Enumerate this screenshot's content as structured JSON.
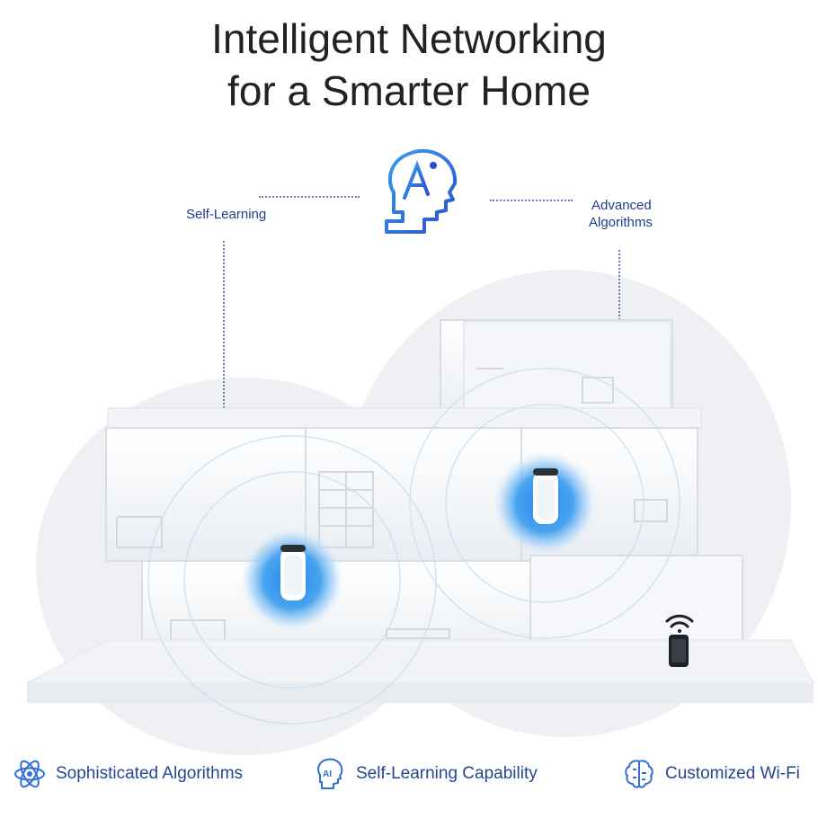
{
  "headline": {
    "line1": "Intelligent Networking",
    "line2": "for a Smarter Home"
  },
  "callouts": {
    "left": "Self-Learning",
    "right_line1": "Advanced",
    "right_line2": "Algorithms"
  },
  "icons": {
    "center": "ai-head-icon",
    "router": "mesh-router-icon",
    "phone": "smartphone-icon",
    "wifi": "wifi-icon"
  },
  "features": [
    {
      "icon": "atom-icon",
      "label": "Sophisticated Algorithms"
    },
    {
      "icon": "ai-head-icon",
      "label": "Self-Learning Capability"
    },
    {
      "icon": "brain-circuit-icon",
      "label": "Customized Wi-Fi"
    }
  ],
  "colors": {
    "accent_blue": "#2f6fd6",
    "text_blue": "#24478f",
    "glow_blue": "#4aa5f0"
  }
}
